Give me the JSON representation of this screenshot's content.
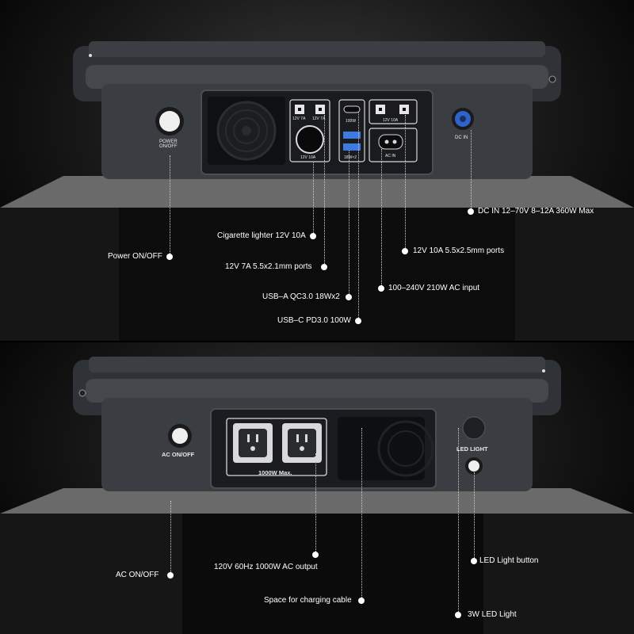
{
  "top_panel": {
    "port_labels": {
      "power": "POWER\nON/OFF",
      "cig_12v7a_1": "12V 7A",
      "cig_12v7a_2": "12V 7A",
      "cig_12v10a": "12V 10A",
      "usbc_100w": "100W",
      "usba_18w": "18W×2",
      "dc_12v10a": "12V 10A",
      "ac_in": "AC IN",
      "dc_in": "DC IN"
    },
    "callouts": {
      "dc_in": "DC IN  12–70V 8–12A 360W Max",
      "cigarette": "Cigarette lighter 12V 10A",
      "power": "Power ON/OFF",
      "port_12v10a": "12V 10A 5.5x2.5mm ports",
      "port_12v7a": "12V 7A 5.5x2.1mm ports",
      "ac_input": "100–240V 210W AC input",
      "usb_a": "USB–A QC3.0 18Wx2",
      "usb_c": "USB–C  PD3.0 100W"
    }
  },
  "bottom_panel": {
    "port_labels": {
      "ac_switch": "AC ON/OFF",
      "ac_max": "1000W Max.",
      "led_light": "LED LIGHT"
    },
    "callouts": {
      "ac_onoff": "AC ON/OFF",
      "ac_output": "120V 60Hz 1000W AC output",
      "led_button": "LED Light button",
      "charging_space": "Space for charging cable",
      "led_3w": "3W LED Light"
    }
  },
  "colors": {
    "background": "#000000",
    "device_body": "#3a3d42",
    "dc_port_blue": "#2f63c9",
    "usb_blue": "#3d7be0",
    "callout_text": "#ffffff"
  }
}
